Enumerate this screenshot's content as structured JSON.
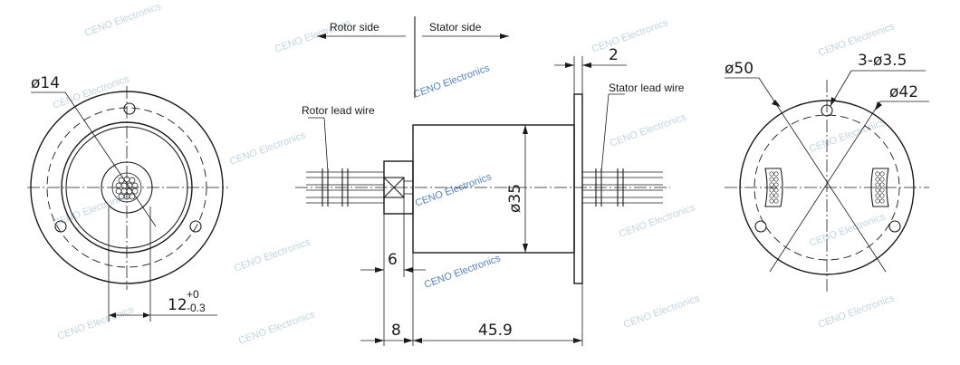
{
  "labels": {
    "rotor_side": "Rotor side",
    "stator_side": "Stator side",
    "rotor_lead_wire": "Rotor lead wire",
    "stator_lead_wire": "Stator lead wire"
  },
  "dimensions": {
    "left_bore": "ø14",
    "left_width_base": "12",
    "left_tol_upper": "+0",
    "left_tol_lower": "-0.3",
    "flange_thickness": "2",
    "body_diameter": "ø35",
    "shaft_len_6": "6",
    "shaft_len_8": "8",
    "body_length": "45.9",
    "outer_diameter": "ø50",
    "holes": "3-ø3.5",
    "pcd": "ø42"
  },
  "watermark": "CENO Electronics",
  "colors": {
    "line": "#1a1a1a",
    "watermark_light": "#8fb3c9",
    "watermark_blue": "#3a6fb0"
  }
}
